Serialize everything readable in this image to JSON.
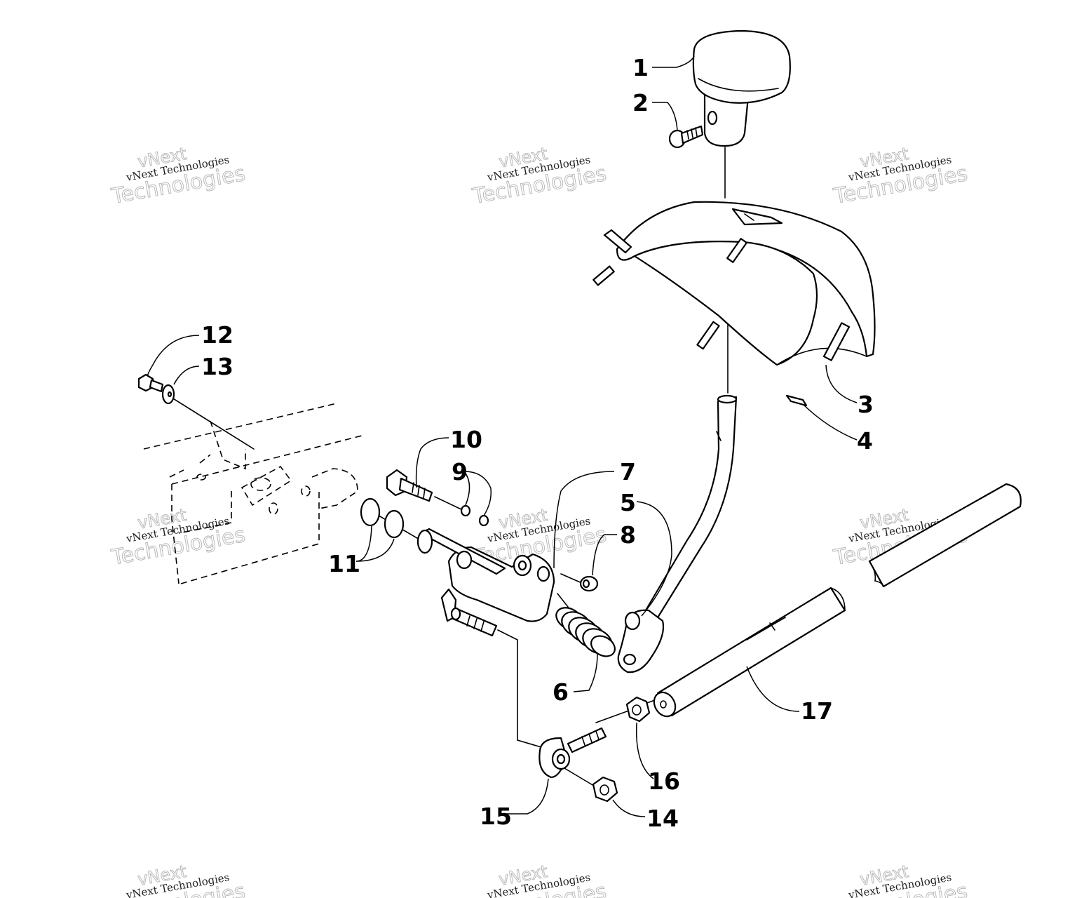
{
  "watermark": {
    "line_top": "vNext",
    "line_small": "vNext Technologies",
    "line_big": "Technologies"
  },
  "callouts": [
    "1",
    "2",
    "3",
    "4",
    "5",
    "6",
    "7",
    "8",
    "9",
    "10",
    "11",
    "12",
    "13",
    "14",
    "15",
    "16",
    "17"
  ]
}
